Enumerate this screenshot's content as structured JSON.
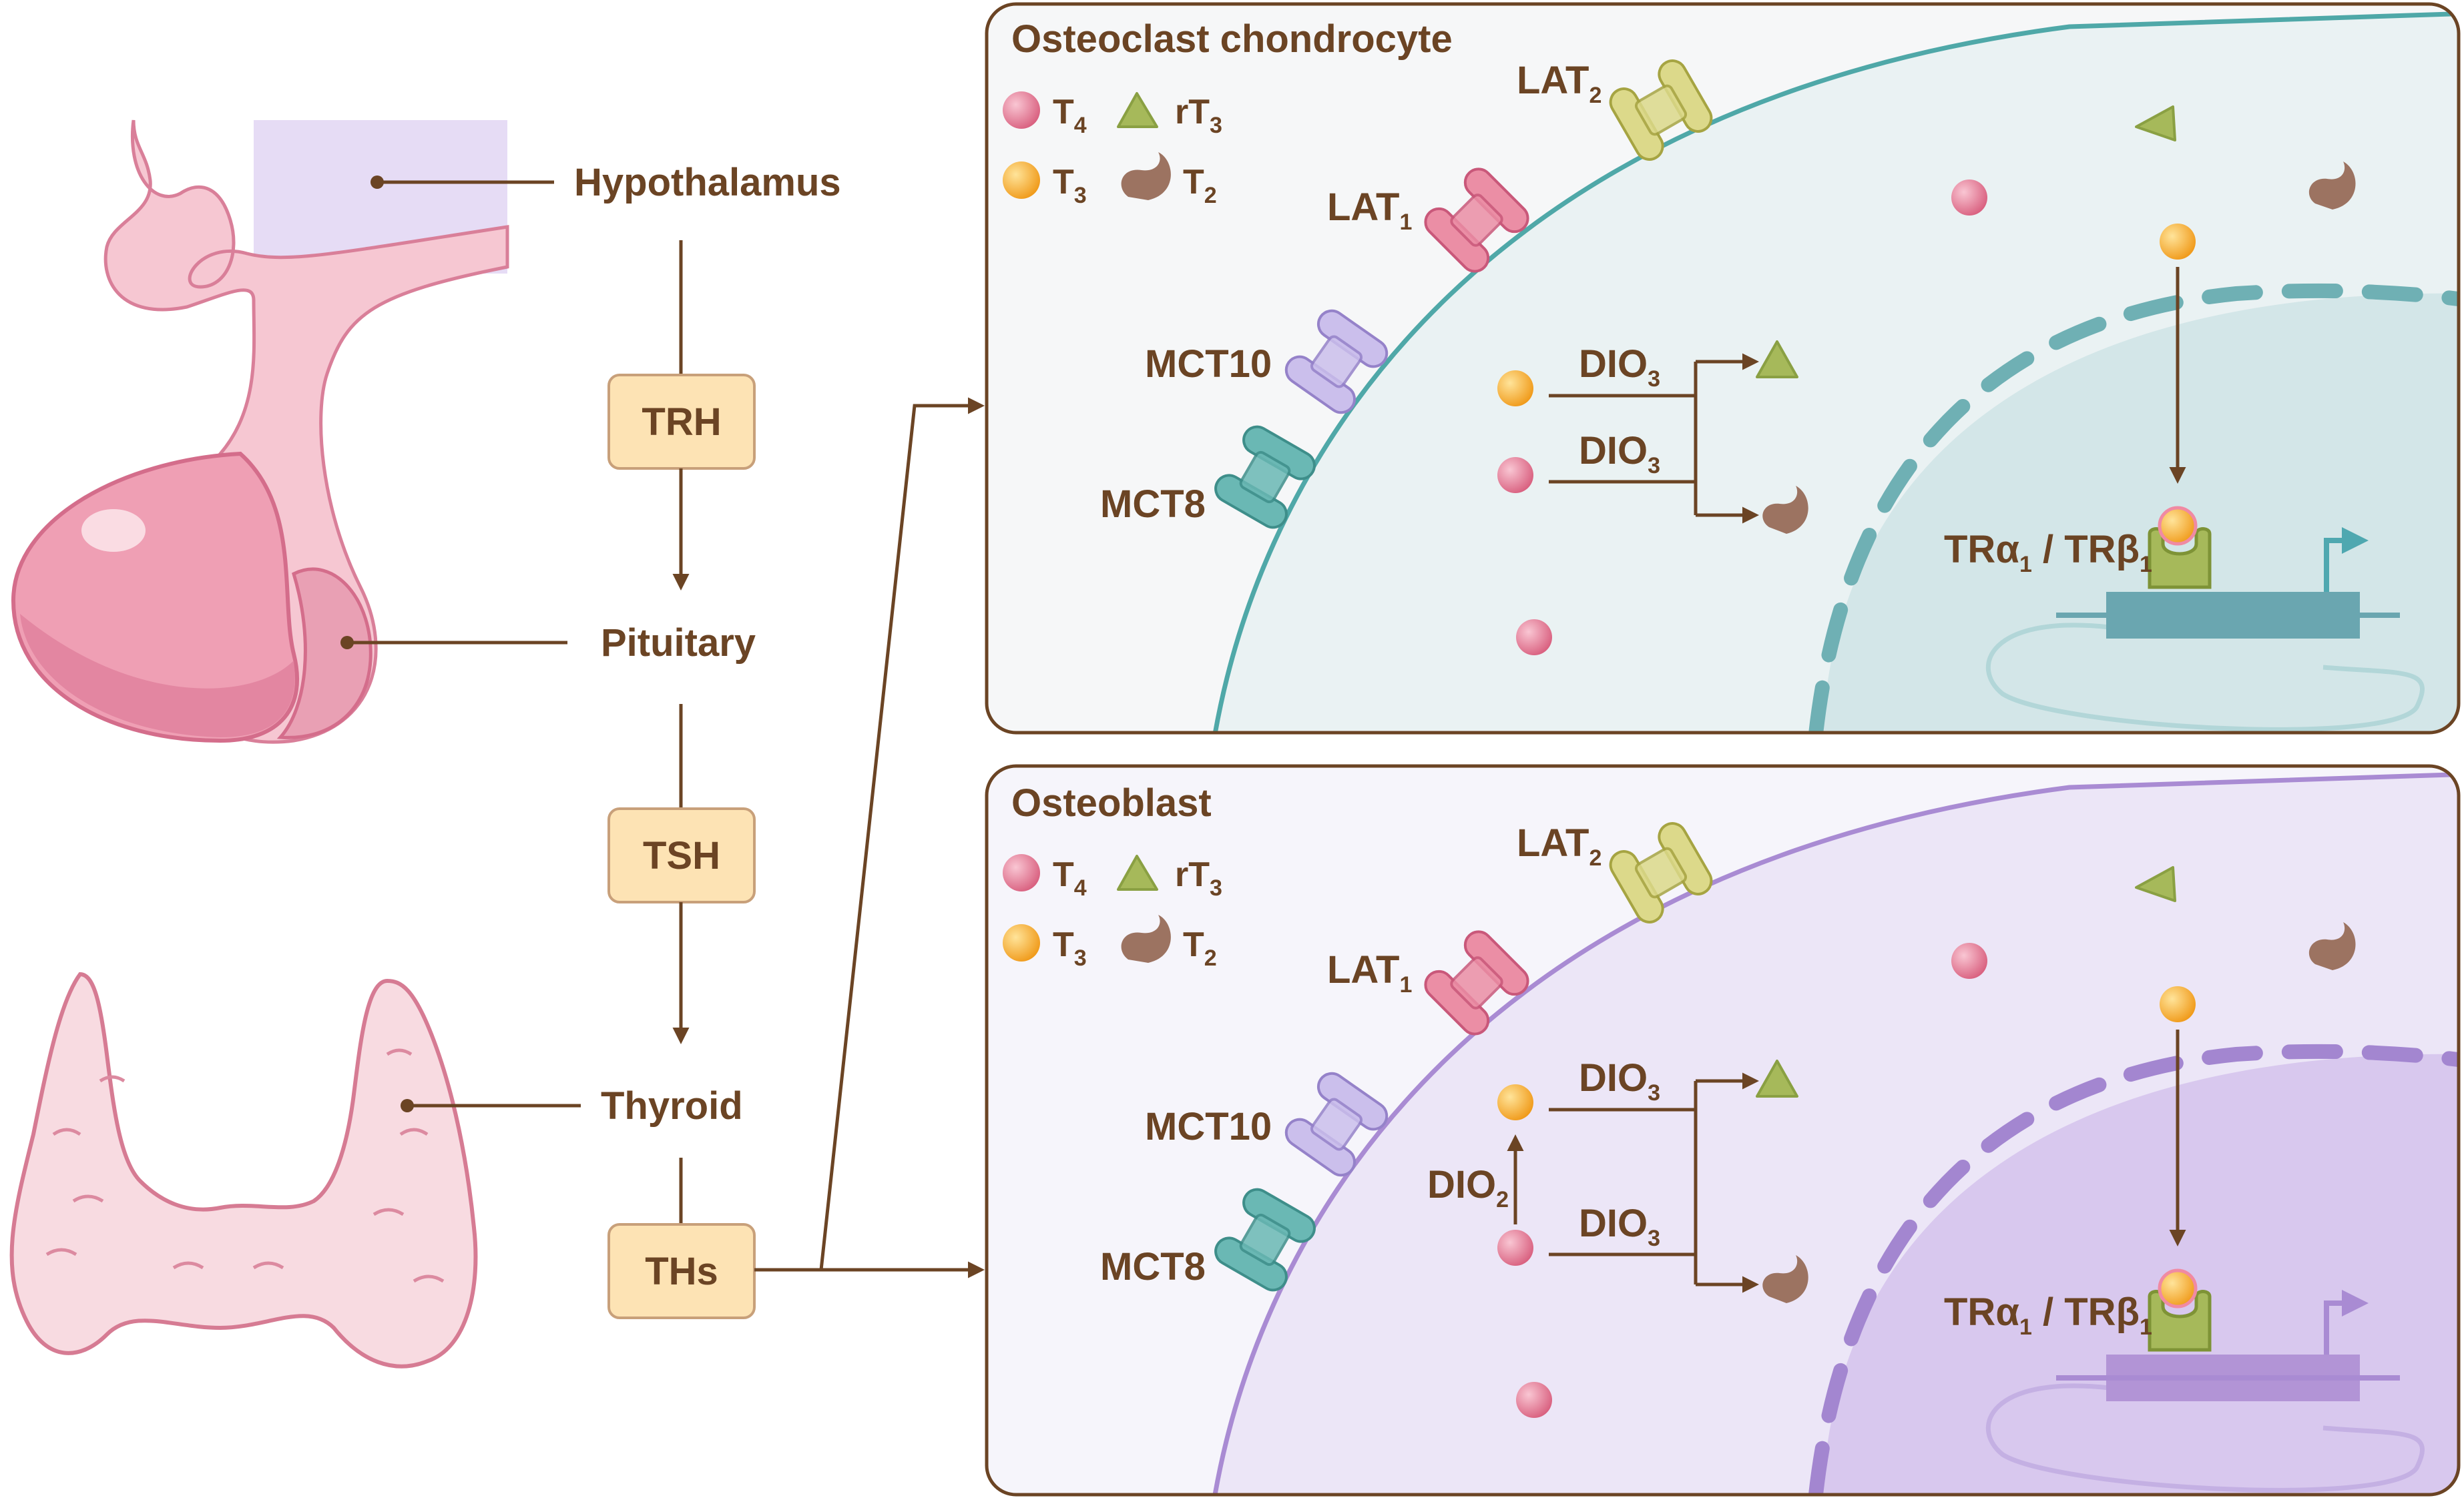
{
  "axis": {
    "hypothalamus": "Hypothalamus",
    "pituitary": "Pituitary",
    "thyroid": "Thyroid",
    "trh": "TRH",
    "tsh": "TSH",
    "ths": "THs"
  },
  "panel_top": {
    "title": "Osteoclast chondrocyte",
    "legend": {
      "t4": "T",
      "t4_sub": "4",
      "rt3": "rT",
      "rt3_sub": "3",
      "t3": "T",
      "t3_sub": "3",
      "t2": "T",
      "t2_sub": "2"
    },
    "transporters": {
      "lat2": "LAT",
      "lat2_sub": "2",
      "lat1": "LAT",
      "lat1_sub": "1",
      "mct10": "MCT10",
      "mct8": "MCT8"
    },
    "dio_a": "DIO",
    "dio_a_sub": "3",
    "dio_b": "DIO",
    "dio_b_sub": "3",
    "receptor_a": "TRα",
    "receptor_a_sub": "1",
    "receptor_sep": " / ",
    "receptor_b": "TRβ",
    "receptor_b_sub": "1"
  },
  "panel_bottom": {
    "title": "Osteoblast",
    "legend": {
      "t4": "T",
      "t4_sub": "4",
      "rt3": "rT",
      "rt3_sub": "3",
      "t3": "T",
      "t3_sub": "3",
      "t2": "T",
      "t2_sub": "2"
    },
    "transporters": {
      "lat2": "LAT",
      "lat2_sub": "2",
      "lat1": "LAT",
      "lat1_sub": "1",
      "mct10": "MCT10",
      "mct8": "MCT8"
    },
    "dio_a": "DIO",
    "dio_a_sub": "3",
    "dio_b": "DIO",
    "dio_b_sub": "3",
    "dio_c": "DIO",
    "dio_c_sub": "2",
    "receptor_a": "TRα",
    "receptor_a_sub": "1",
    "receptor_sep": " / ",
    "receptor_b": "TRβ",
    "receptor_b_sub": "1"
  },
  "colors": {
    "brown": "#6b4424",
    "box_fill": "#fde3b4",
    "pink": "#e58aa2",
    "orange": "#f5b32e",
    "green": "#a6b95a",
    "t2_brown": "#9c7361",
    "teal": "#4fa8a8",
    "purple": "#a98bd3"
  }
}
